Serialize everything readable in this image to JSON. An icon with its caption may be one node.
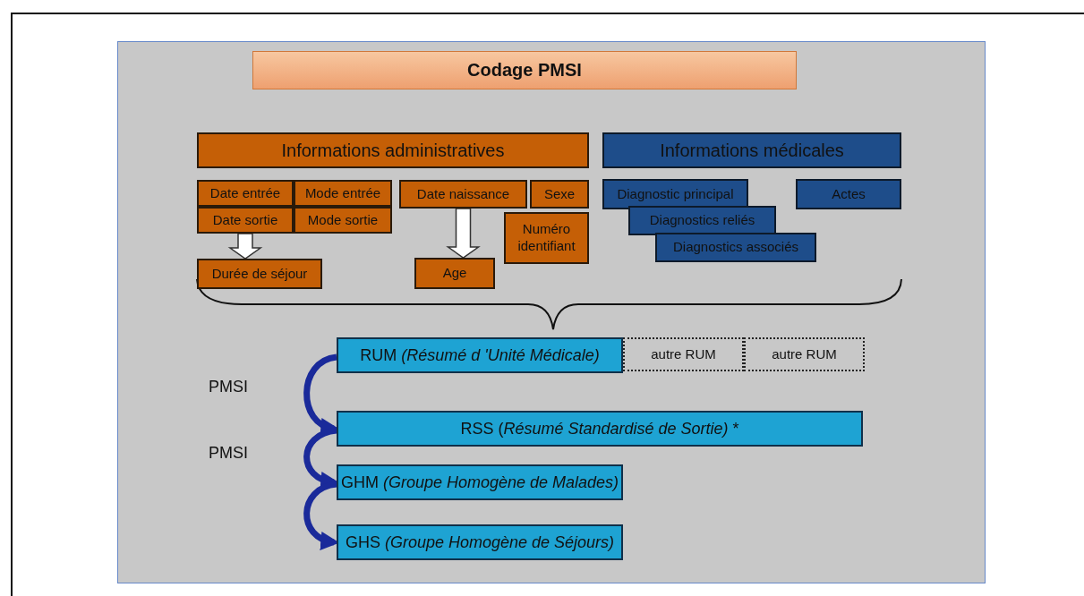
{
  "diagram": {
    "nodes": [
      {
        "text": [
          "Codage PMSI"
        ]
      },
      {
        "text": [
          "Informations administratives"
        ]
      },
      {
        "text": [
          "Date entrée"
        ]
      },
      {
        "text": [
          "Mode entrée"
        ]
      },
      {
        "text": [
          "Date sortie"
        ]
      },
      {
        "text": [
          "Mode sortie"
        ]
      },
      {
        "text": [
          "Date naissance"
        ]
      },
      {
        "text": [
          "Sexe"
        ]
      },
      {
        "text": [
          "Numéro identifiant"
        ]
      },
      {
        "text": [
          "Durée de séjour"
        ]
      },
      {
        "text": [
          "Age"
        ]
      },
      {
        "text": [
          "Informations médicales"
        ]
      },
      {
        "text": [
          "Diagnostic principal"
        ]
      },
      {
        "text": [
          "Actes"
        ]
      },
      {
        "text": [
          "Diagnostics reliés"
        ]
      },
      {
        "text": [
          "Diagnostics associés"
        ]
      },
      {
        "text": [
          "RUM *(Résumé d 'Unité Médicale)*"
        ]
      },
      {
        "text": [
          "autre RUM"
        ]
      },
      {
        "text": [
          "autre RUM"
        ]
      },
      {
        "text": [
          "RSS (*Résumé Standardisé de Sortie)* *"
        ]
      },
      {
        "text": [
          "GHM *(Groupe Homogène de Malades)*"
        ]
      },
      {
        "text": [
          "GHS *(Groupe Homogène de Séjours)*"
        ]
      }
    ],
    "edges": [
      {
        "from": 4,
        "to": 9,
        "arrow": "to",
        "style": "thick",
        "color": "#ffffff"
      },
      {
        "from": 6,
        "to": 10,
        "arrow": "to",
        "style": "thick",
        "color": "#ffffff"
      },
      {
        "from": 16,
        "to": 19,
        "arrow": "to",
        "label": "PMSI"
      },
      {
        "from": 19,
        "to": 20,
        "arrow": "to",
        "label": "PMSI"
      },
      {
        "from": 20,
        "to": 21,
        "arrow": "to"
      }
    ]
  }
}
